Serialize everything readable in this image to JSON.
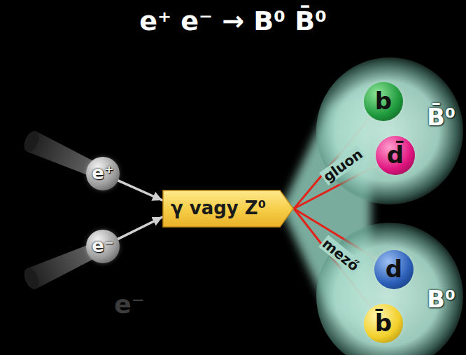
{
  "diagram": {
    "title": "e⁺ e⁻ → B⁰ B̄⁰",
    "nodes": [
      {
        "text": [
          "e⁺"
        ]
      },
      {
        "text": [
          "e⁻"
        ]
      },
      {
        "text": [
          "γ vagy Z⁰"
        ]
      },
      {
        "text": [
          "B̄⁰"
        ]
      },
      {
        "text": [
          "b"
        ],
        "in": 3
      },
      {
        "text": [
          "d̄"
        ],
        "in": 3
      },
      {
        "text": [
          "B⁰"
        ]
      },
      {
        "text": [
          "d"
        ],
        "in": 6
      },
      {
        "text": [
          "b̄"
        ],
        "in": 6
      }
    ],
    "edges": [
      {
        "from": 0,
        "to": 2,
        "arrow": "to"
      },
      {
        "from": 1,
        "to": 2,
        "arrow": "to"
      },
      {
        "from": 2,
        "to": 4,
        "arrow": "none"
      },
      {
        "from": 2,
        "to": 5,
        "arrow": "none"
      },
      {
        "from": 2,
        "to": 7,
        "arrow": "none"
      },
      {
        "from": 2,
        "to": 8,
        "arrow": "none"
      }
    ],
    "labels": [
      "gluon",
      "mező",
      "e⁻"
    ]
  }
}
